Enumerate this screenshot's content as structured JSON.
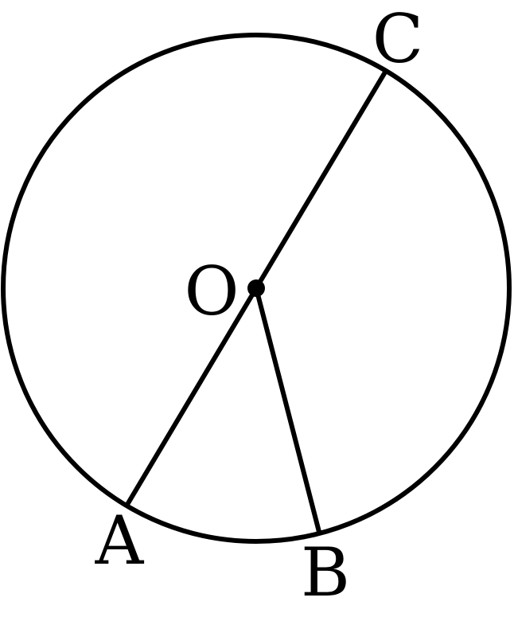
{
  "diagram": {
    "labels": {
      "center": "O",
      "point_a": "A",
      "point_b": "B",
      "point_c": "C"
    },
    "colors": {
      "stroke": "#000000",
      "background": "#ffffff"
    }
  }
}
